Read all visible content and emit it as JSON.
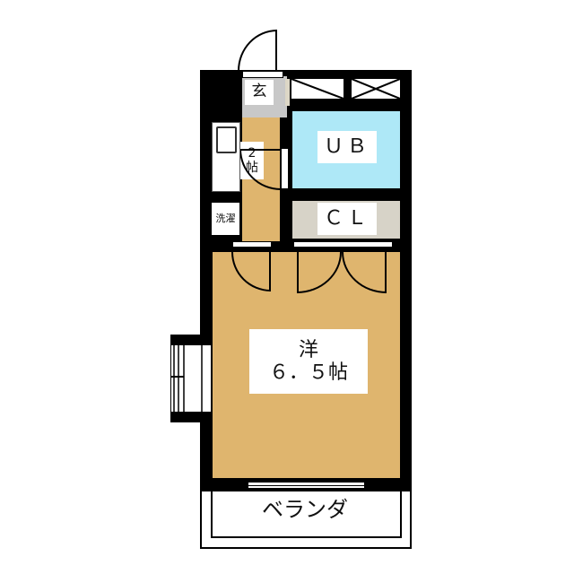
{
  "floorplan": {
    "entrance": {
      "label": "玄"
    },
    "kitchen": {
      "label_num": "2",
      "label_unit": "帖"
    },
    "unit_bath": {
      "label": "ＵＢ"
    },
    "closet": {
      "label": "ＣＬ"
    },
    "washer": {
      "label": "洗濯"
    },
    "main_room": {
      "label_type": "洋",
      "label_size": "６．５帖"
    },
    "balcony": {
      "label": "ベランダ"
    }
  },
  "colors": {
    "wall": "#000000",
    "floor": "#dfb56e",
    "unit_bath": "#aee8f7",
    "closet": "#d7d3c8",
    "entrance": "#c8c8c8"
  }
}
